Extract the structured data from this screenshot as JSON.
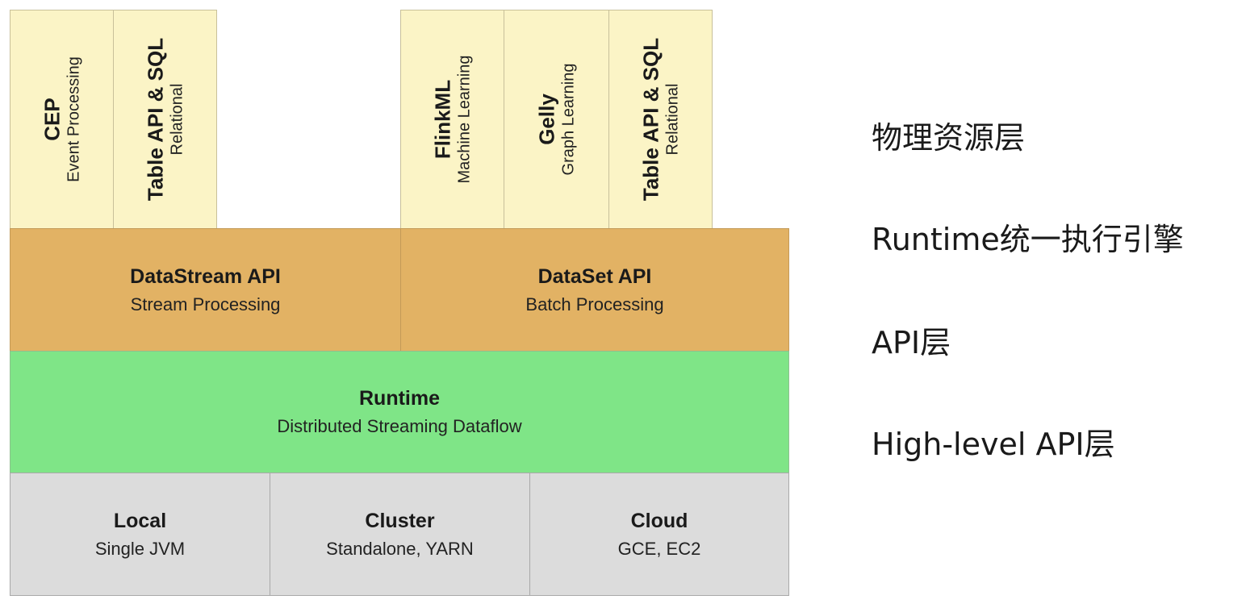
{
  "libraries_left": [
    {
      "title": "CEP",
      "subtitle": "Event Processing"
    },
    {
      "title": "Table API & SQL",
      "subtitle": "Relational"
    }
  ],
  "libraries_right": [
    {
      "title": "FlinkML",
      "subtitle": "Machine Learning"
    },
    {
      "title": "Gelly",
      "subtitle": "Graph Learning"
    },
    {
      "title": "Table API & SQL",
      "subtitle": "Relational"
    }
  ],
  "apis": [
    {
      "title": "DataStream API",
      "subtitle": "Stream Processing"
    },
    {
      "title": "DataSet API",
      "subtitle": "Batch Processing"
    }
  ],
  "runtime": {
    "title": "Runtime",
    "subtitle": "Distributed Streaming Dataflow"
  },
  "deploy": [
    {
      "title": "Local",
      "subtitle": "Single JVM"
    },
    {
      "title": "Cluster",
      "subtitle": "Standalone, YARN"
    },
    {
      "title": "Cloud",
      "subtitle": "GCE, EC2"
    }
  ],
  "layer_labels": [
    "物理资源层",
    "Runtime统一执行引擎",
    "API层",
    "High-level API层"
  ]
}
